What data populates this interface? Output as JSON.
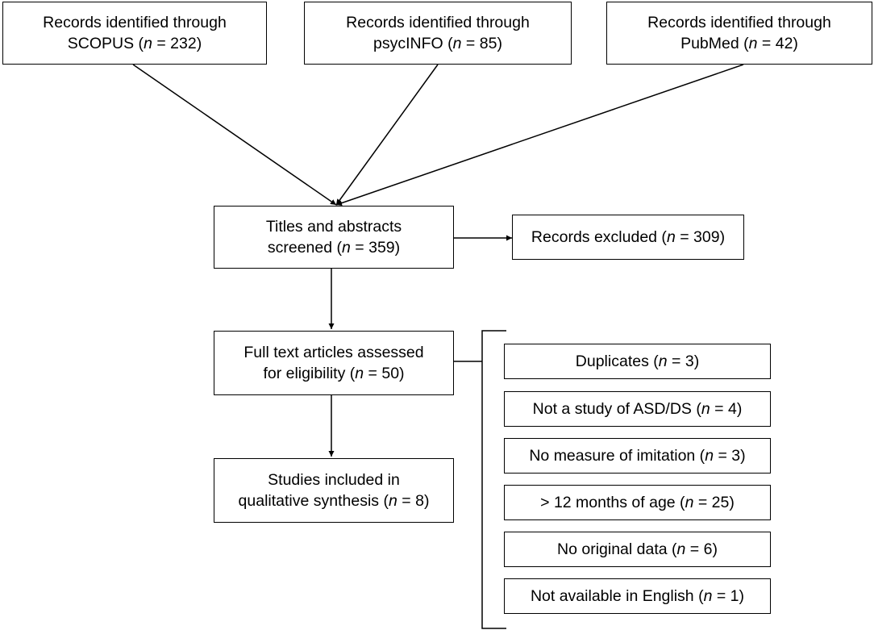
{
  "identification": {
    "scopus": {
      "line1": "Records identified through",
      "db": "SCOPUS",
      "n": "232"
    },
    "psycinfo": {
      "line1": "Records identified through",
      "db": "psycINFO",
      "n": "85"
    },
    "pubmed": {
      "line1": "Records identified through",
      "db": "PubMed",
      "n": "42"
    }
  },
  "screening": {
    "line1": "Titles and abstracts",
    "line2_prefix": "screened",
    "n": "359"
  },
  "records_excluded": {
    "label": "Records excluded",
    "n": "309"
  },
  "eligibility": {
    "line1": "Full text articles assessed",
    "line2_prefix": "for eligibility",
    "n": "50"
  },
  "included": {
    "line1": "Studies included in",
    "line2_prefix": "qualitative synthesis",
    "n": "8"
  },
  "exclusion_reasons": [
    {
      "label": "Duplicates",
      "n": "3"
    },
    {
      "label": "Not a study of ASD/DS",
      "n": "4"
    },
    {
      "label": "No measure of imitation",
      "n": "3"
    },
    {
      "label": "> 12 months of age",
      "n": "25"
    },
    {
      "label": "No original data",
      "n": "6"
    },
    {
      "label": "Not available in English",
      "n": "1"
    }
  ],
  "n_symbol": "n"
}
